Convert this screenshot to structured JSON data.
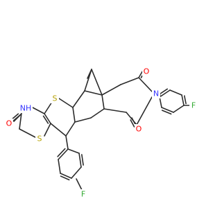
{
  "atoms": {
    "nh": {
      "text": "NH",
      "color": "#3333ff"
    },
    "s_thiopyran": {
      "text": "S",
      "color": "#b5a000"
    },
    "s_thiazole": {
      "text": "S",
      "color": "#b5a000"
    },
    "o_thiazolone": {
      "text": "O",
      "color": "#ff0000"
    },
    "o_imide_top": {
      "text": "O",
      "color": "#ff0000"
    },
    "o_imide_bottom": {
      "text": "O",
      "color": "#ff0000"
    },
    "n_imide": {
      "text": "N",
      "color": "#3333ff"
    },
    "f_right": {
      "text": "F",
      "color": "#33aa33"
    },
    "f_bottom": {
      "text": "F",
      "color": "#33aa33"
    }
  },
  "colors": {
    "bond": "#2b2b2b",
    "background": "#ffffff"
  }
}
